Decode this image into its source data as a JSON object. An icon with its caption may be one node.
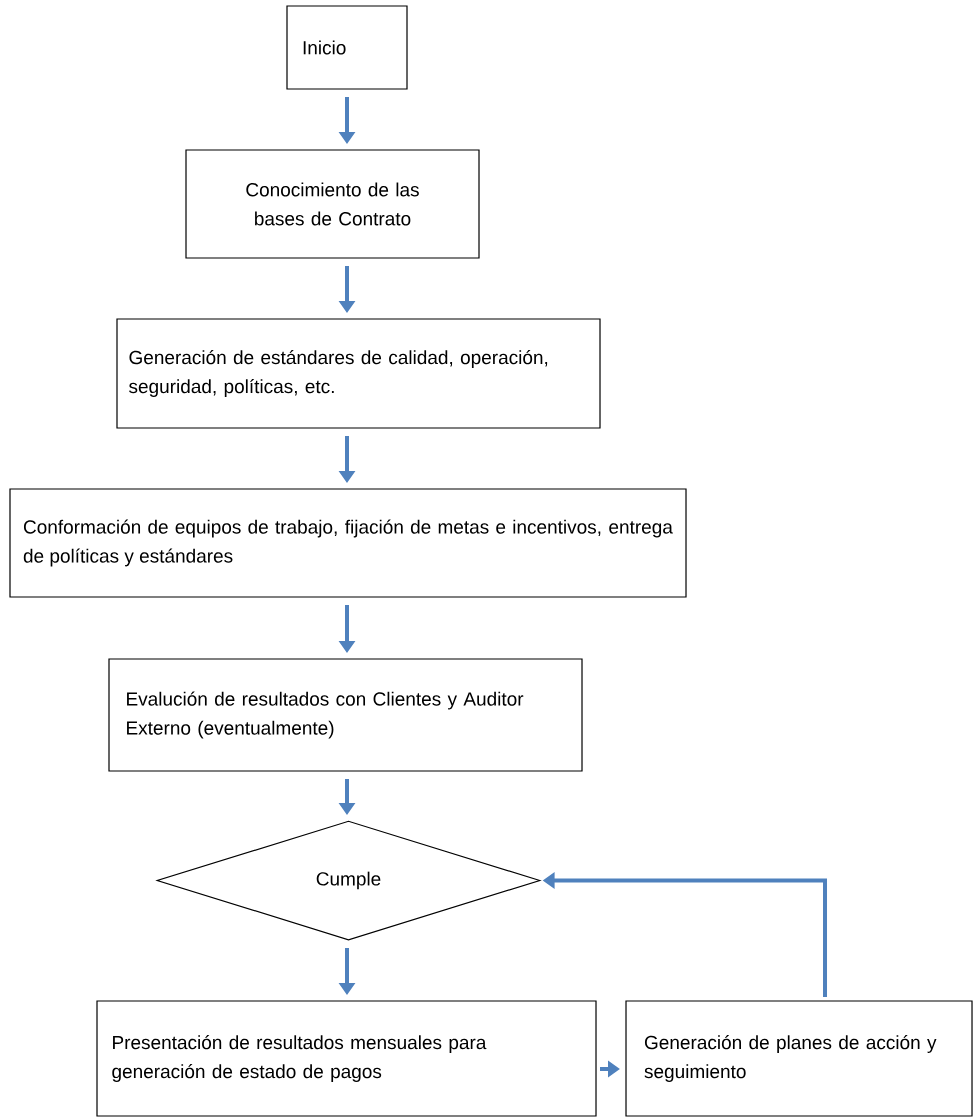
{
  "diagram": {
    "nodes": [
      {
        "text": [
          "Inicio"
        ]
      },
      {
        "text": [
          "Conocimiento de las bases de Contrato"
        ]
      },
      {
        "text": [
          "Generación de estándares de calidad, operación, seguridad, políticas, etc."
        ]
      },
      {
        "text": [
          "Conformación de equipos de trabajo, fijación de metas e incentivos, entrega de políticas y estándares"
        ]
      },
      {
        "text": [
          "Evalución de resultados con Clientes y Auditor Externo (eventualmente)"
        ]
      },
      {
        "text": [
          "Cumple"
        ]
      },
      {
        "text": [
          "Presentación de resultados mensuales para generación de estado de pagos"
        ]
      },
      {
        "text": [
          "Generación de planes de acción y seguimiento"
        ]
      }
    ],
    "edges": [
      {
        "from": 0,
        "to": 1,
        "arrow": "to"
      },
      {
        "from": 1,
        "to": 2,
        "arrow": "to"
      },
      {
        "from": 2,
        "to": 3,
        "arrow": "to"
      },
      {
        "from": 3,
        "to": 4,
        "arrow": "to"
      },
      {
        "from": 4,
        "to": 5,
        "arrow": "to"
      },
      {
        "from": 5,
        "to": 6,
        "arrow": "to"
      },
      {
        "from": 6,
        "to": 7,
        "arrow": "to"
      },
      {
        "from": 7,
        "to": 5,
        "arrow": "to"
      }
    ]
  }
}
